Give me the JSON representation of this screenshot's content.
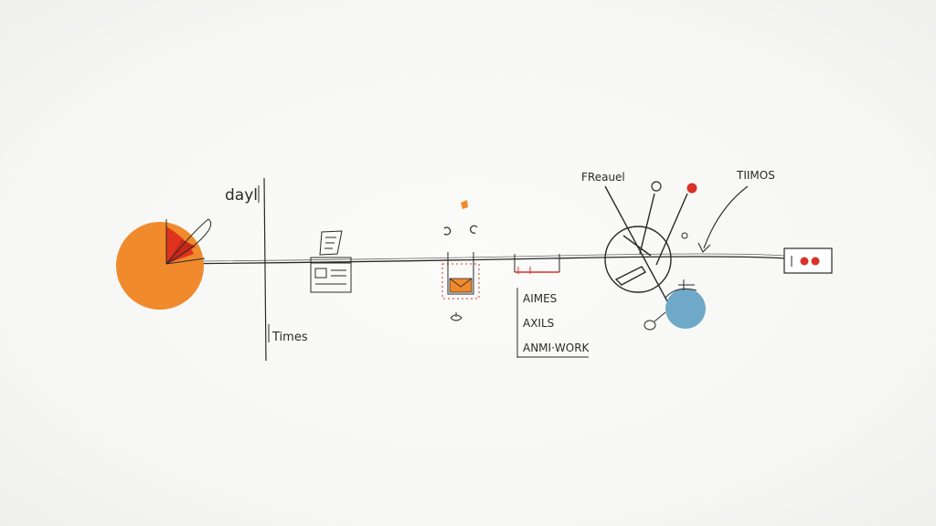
{
  "labels": {
    "day_label": "dayl",
    "times_left": "Times",
    "freq_label": "FReauel",
    "times_top_right": "TIIMOS",
    "note_1": "AIMES",
    "note_2": "AXILS",
    "note_3": "ANMI·WORK"
  },
  "colors": {
    "ink": "#2a2a2a",
    "orange": "#f08a2c",
    "red": "#e0321c",
    "blue": "#6fa8c8",
    "red_dot": "#d8322a"
  }
}
